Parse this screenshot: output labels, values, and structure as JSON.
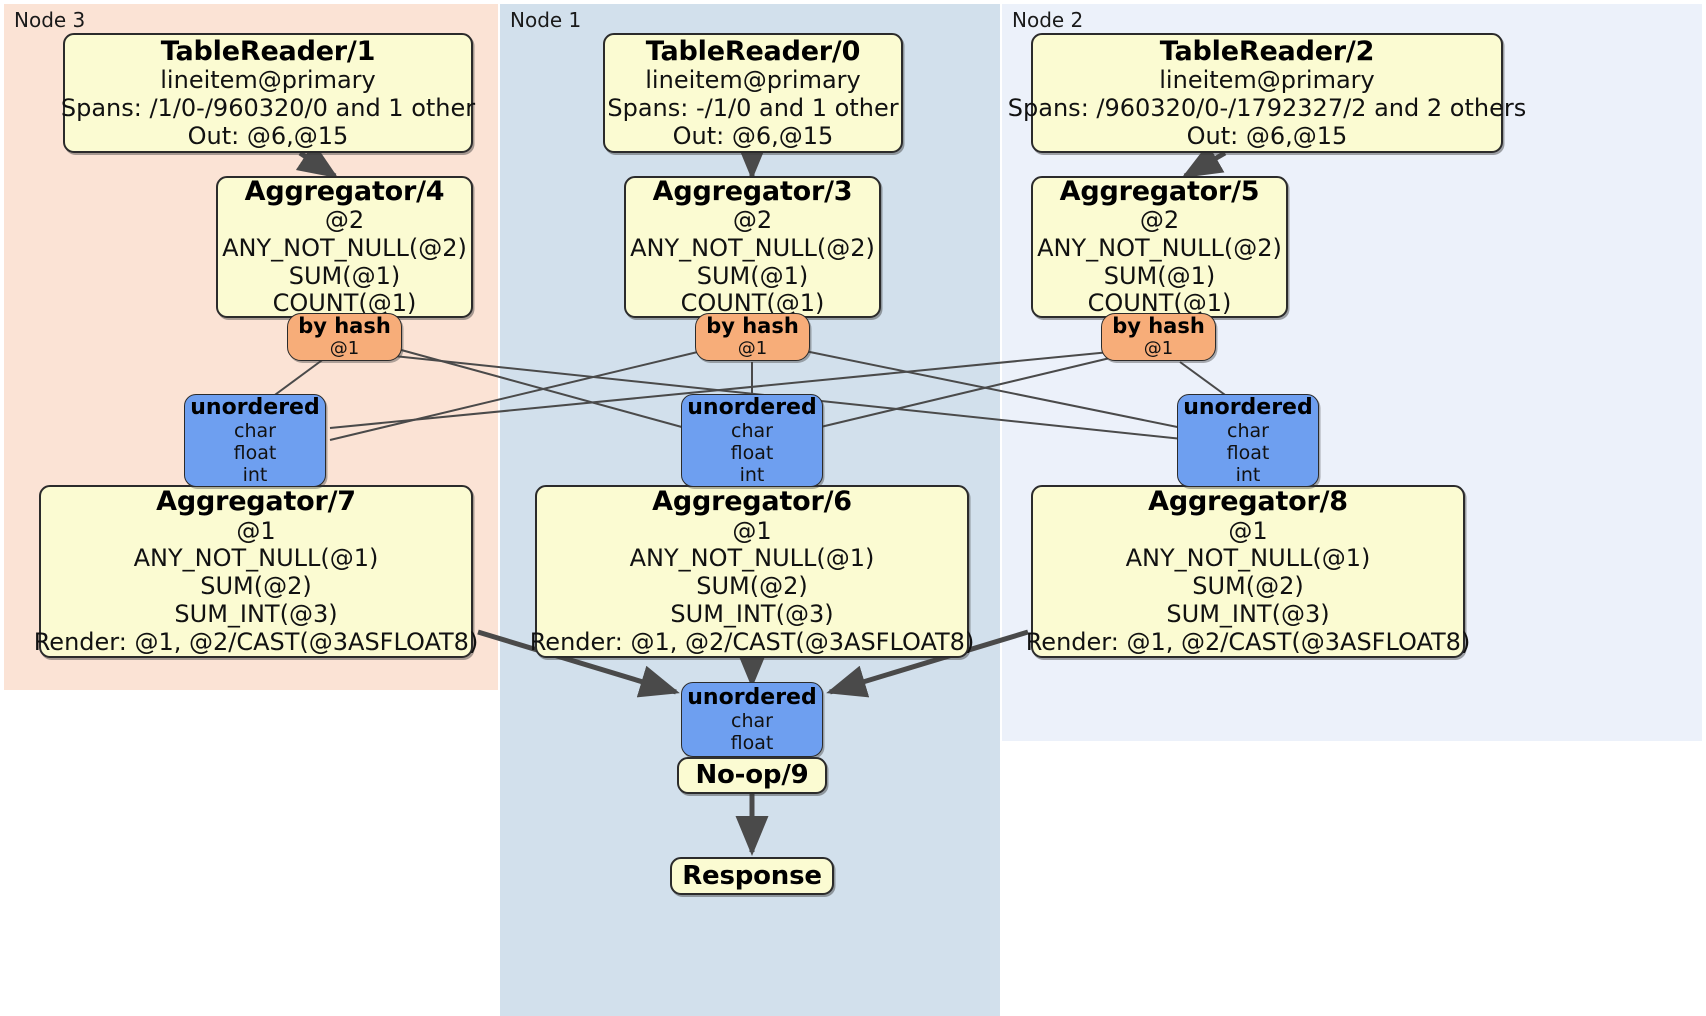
{
  "diagram": {
    "type": "distributed-query-execution-plan",
    "title": "",
    "colors": {
      "node3_panel": "#fbe3d5",
      "node1_panel": "#d2e0ec",
      "node2_panel": "#ecf1fa",
      "processor_fill": "#fbfbd2",
      "router_fill": "#f7ad79",
      "synchronizer_fill": "#6e9ff0",
      "edge": "#4a4a4a",
      "border": "#2b2b2b"
    }
  },
  "panels": [
    {
      "id": "node3",
      "label": "Node 3"
    },
    {
      "id": "node1",
      "label": "Node 1"
    },
    {
      "id": "node2",
      "label": "Node 2"
    }
  ],
  "nodes": {
    "tablereader1": {
      "title": "TableReader/1",
      "lines": [
        "lineitem@primary",
        "Spans: /1/0-/960320/0 and 1 other",
        "Out: @6,@15"
      ]
    },
    "tablereader0": {
      "title": "TableReader/0",
      "lines": [
        "lineitem@primary",
        "Spans: -/1/0 and 1 other",
        "Out: @6,@15"
      ]
    },
    "tablereader2": {
      "title": "TableReader/2",
      "lines": [
        "lineitem@primary",
        "Spans: /960320/0-/1792327/2 and 2 others",
        "Out: @6,@15"
      ]
    },
    "aggregator4": {
      "title": "Aggregator/4",
      "lines": [
        "@2",
        "ANY_NOT_NULL(@2)",
        "SUM(@1)",
        "COUNT(@1)"
      ]
    },
    "aggregator3": {
      "title": "Aggregator/3",
      "lines": [
        "@2",
        "ANY_NOT_NULL(@2)",
        "SUM(@1)",
        "COUNT(@1)"
      ]
    },
    "aggregator5": {
      "title": "Aggregator/5",
      "lines": [
        "@2",
        "ANY_NOT_NULL(@2)",
        "SUM(@1)",
        "COUNT(@1)"
      ]
    },
    "byhash_left": {
      "title": "by hash",
      "lines": [
        "@1"
      ]
    },
    "byhash_mid": {
      "title": "by hash",
      "lines": [
        "@1"
      ]
    },
    "byhash_right": {
      "title": "by hash",
      "lines": [
        "@1"
      ]
    },
    "unordered_left": {
      "title": "unordered",
      "lines": [
        "char",
        "float",
        "int"
      ]
    },
    "unordered_mid": {
      "title": "unordered",
      "lines": [
        "char",
        "float",
        "int"
      ]
    },
    "unordered_right": {
      "title": "unordered",
      "lines": [
        "char",
        "float",
        "int"
      ]
    },
    "aggregator7": {
      "title": "Aggregator/7",
      "lines": [
        "@1",
        "ANY_NOT_NULL(@1)",
        "SUM(@2)",
        "SUM_INT(@3)",
        "Render: @1, @2/CAST(@3ASFLOAT8)"
      ]
    },
    "aggregator6": {
      "title": "Aggregator/6",
      "lines": [
        "@1",
        "ANY_NOT_NULL(@1)",
        "SUM(@2)",
        "SUM_INT(@3)",
        "Render: @1, @2/CAST(@3ASFLOAT8)"
      ]
    },
    "aggregator8": {
      "title": "Aggregator/8",
      "lines": [
        "@1",
        "ANY_NOT_NULL(@1)",
        "SUM(@2)",
        "SUM_INT(@3)",
        "Render: @1, @2/CAST(@3ASFLOAT8)"
      ]
    },
    "unordered_final": {
      "title": "unordered",
      "lines": [
        "char",
        "float"
      ]
    },
    "noop9": {
      "title": "No-op/9",
      "lines": []
    },
    "response": {
      "title": "Response",
      "lines": []
    }
  }
}
